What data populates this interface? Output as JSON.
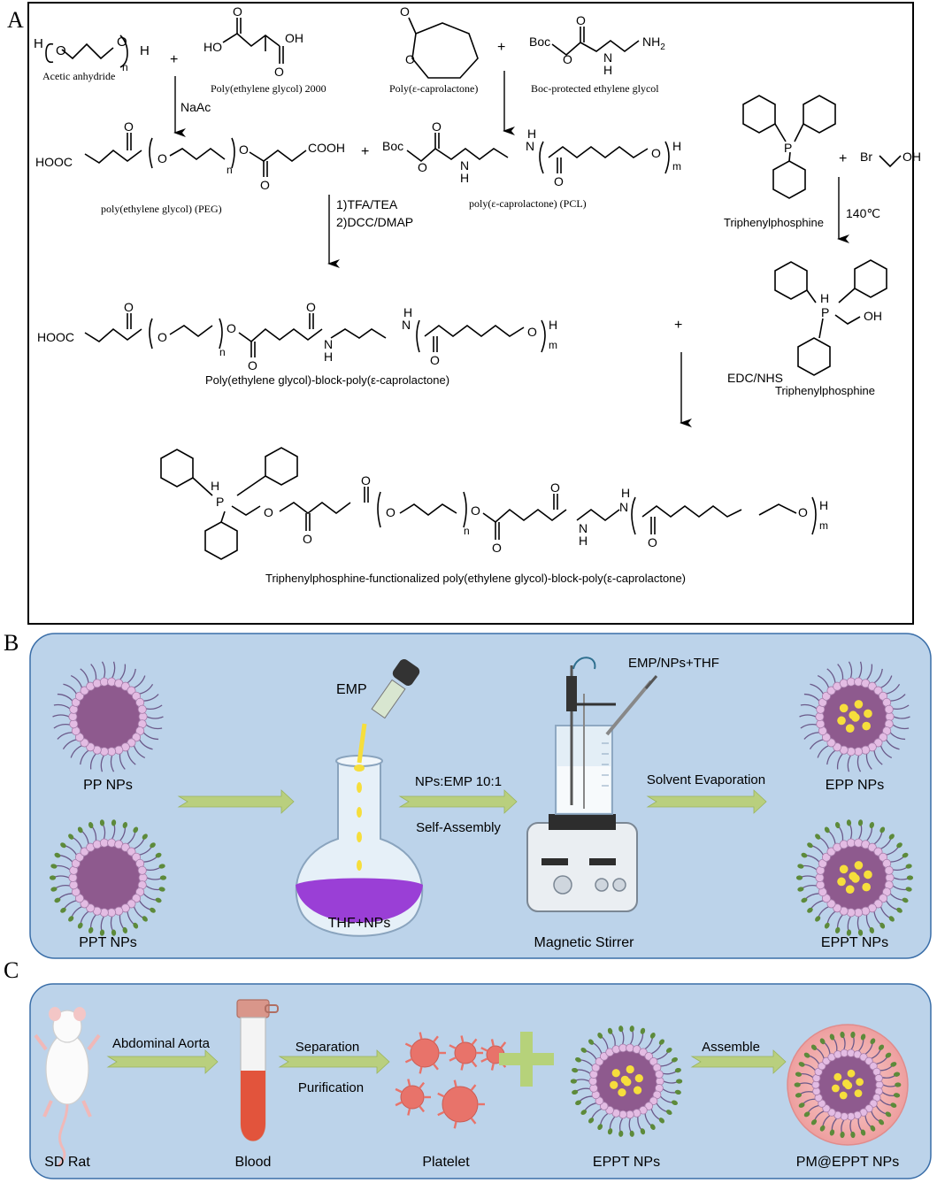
{
  "panels": {
    "a": "A",
    "b": "B",
    "c": "C"
  },
  "scheme_a": {
    "acetic_anhydride": "Acetic anhydride",
    "peg2000": "Poly(ethylene glycol) 2000",
    "poly_caprolactone": "Poly(ε-caprolactone)",
    "boc_ethylene_glycol": "Boc-protected ethylene glycol",
    "naac": "NaAc",
    "peg": "poly(ethylene glycol) (PEG)",
    "pcl": "poly(ε-caprolactone) (PCL)",
    "step1": "1)TFA/TEA",
    "step2": "2)DCC/DMAP",
    "temp": "140℃",
    "triphenylphosphine": "Triphenylphosphine",
    "triphenylphosphine2": "Triphenylphosphine",
    "peg_b_pcl": "Poly(ethylene glycol)-block-poly(ε-caprolactone)",
    "edc_nhs": "EDC/NHS",
    "final_product": "Triphenylphosphine-functionalized poly(ethylene glycol)-block-poly(ε-caprolactone)",
    "plus": "+",
    "atoms": {
      "H": "H",
      "O": "O",
      "n": "n",
      "m": "m",
      "HO": "HO",
      "OH": "OH",
      "Boc": "Boc",
      "N": "N",
      "NH2": "NH",
      "sub2": "2",
      "HOOC": "HOOC",
      "COOH": "COOH",
      "P": "P",
      "Br": "Br"
    }
  },
  "scheme_b": {
    "pp_nps": "PP NPs",
    "ppt_nps": "PPT NPs",
    "emp": "EMP",
    "thf_nps": "THF+NPs",
    "ratio": "NPs:EMP 10:1",
    "self_assembly": "Self-Assembly",
    "emp_nps_thf": "EMP/NPs+THF",
    "magnetic_stirrer": "Magnetic Stirrer",
    "solvent_evaporation": "Solvent Evaporation",
    "epp_nps": "EPP NPs",
    "eppt_nps": "EPPT NPs"
  },
  "scheme_c": {
    "sd_rat": "SD Rat",
    "abdominal_aorta": "Abdominal Aorta",
    "blood": "Blood",
    "separation": "Separation",
    "purification": "Purification",
    "platelet": "Platelet",
    "eppt_nps": "EPPT NPs",
    "assemble": "Assemble",
    "pm_eppt_nps": "PM@EPPT NPs"
  },
  "colors": {
    "panel_bg": "#bcd3ea",
    "arrow_green": "#b9cf7e",
    "np_core": "#8e5a8e",
    "np_shell": "#e3bce3",
    "emp_yellow": "#f6de3c",
    "flask_purple": "#9a3fd6",
    "platelet_red": "#e8736a",
    "membrane_pink": "#f4b9b9",
    "cross_green": "#b6d27a"
  }
}
